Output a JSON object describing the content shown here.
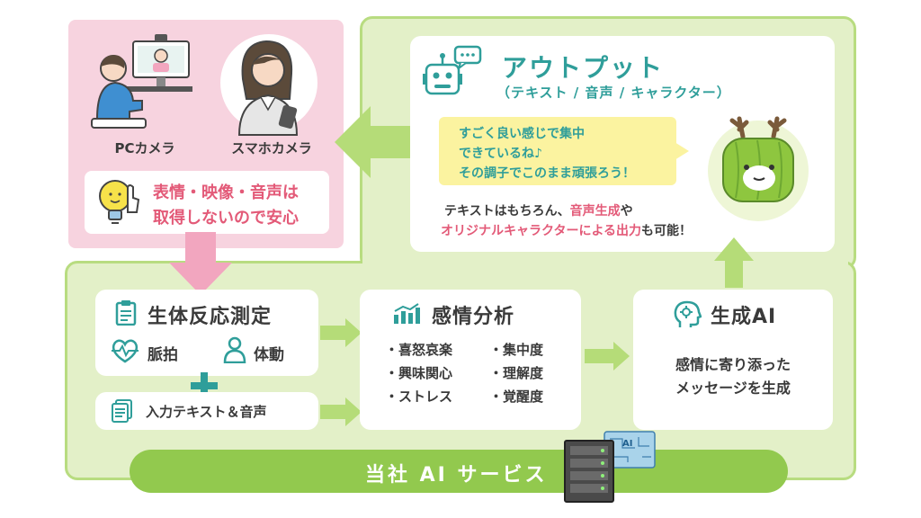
{
  "input": {
    "pc_camera": "PCカメラ",
    "smartphone_camera": "スマホカメラ",
    "privacy_note_line1": "表情・映像・音声は",
    "privacy_note_line2": "取得しないので安心"
  },
  "output": {
    "title": "アウトプット",
    "subtitle": "（テキスト / 音声 / キャラクター）",
    "speech_line1": "すごく良い感じで集中",
    "speech_line2": "できているね♪",
    "speech_line3": "その調子でこのまま頑張ろう！",
    "note_line1_a": "テキストはもちろん、",
    "note_line1_b": "音声生成",
    "note_line1_c": "や",
    "note_line2_a": "オリジナルキャラクターによる出力",
    "note_line2_b": "も可能！"
  },
  "biometric": {
    "title": "生体反応測定",
    "pulse": "脈拍",
    "body_motion": "体動"
  },
  "text_input": {
    "label": "入力テキスト＆音声"
  },
  "emotion": {
    "title": "感情分析",
    "items_left": [
      "・喜怒哀楽",
      "・興味関心",
      "・ストレス"
    ],
    "items_right": [
      "・集中度",
      "・理解度",
      "・覚醒度"
    ]
  },
  "genai": {
    "title": "生成AI",
    "line1": "感情に寄り添った",
    "line2": "メッセージを生成"
  },
  "service": {
    "label": "当社 AI サービス",
    "server_badge": "AI"
  },
  "colors": {
    "pink_panel": "#f7d3df",
    "green_frame": "#e3f0c8",
    "green_border": "#b8dc80",
    "arrow_green": "#b5dc78",
    "arrow_pink": "#f2a6bf",
    "teal": "#2f9e9a",
    "accent_pink": "#e35a78",
    "speech_bg": "#fbf3a0"
  }
}
